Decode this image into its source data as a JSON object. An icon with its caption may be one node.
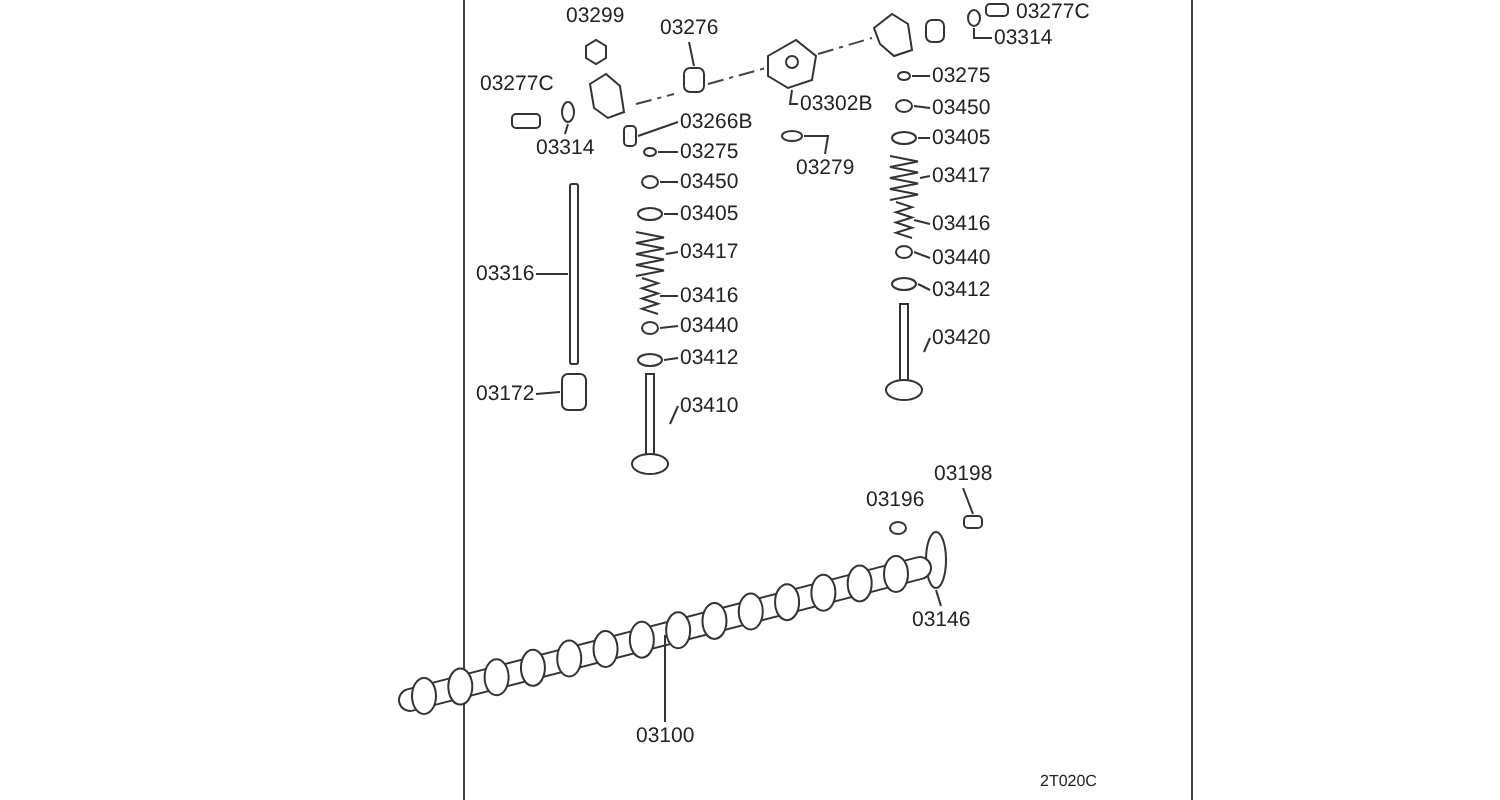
{
  "diagram": {
    "nodes": [
      {
        "text": [
          "03299"
        ]
      },
      {
        "text": [
          "03276"
        ]
      },
      {
        "text": [
          "03277C"
        ]
      },
      {
        "text": [
          "03314"
        ]
      },
      {
        "text": [
          "03266B"
        ]
      },
      {
        "text": [
          "03275"
        ]
      },
      {
        "text": [
          "03450"
        ]
      },
      {
        "text": [
          "03405"
        ]
      },
      {
        "text": [
          "03417"
        ]
      },
      {
        "text": [
          "03416"
        ]
      },
      {
        "text": [
          "03440"
        ]
      },
      {
        "text": [
          "03412"
        ]
      },
      {
        "text": [
          "03410"
        ]
      },
      {
        "text": [
          "03316"
        ]
      },
      {
        "text": [
          "03172"
        ]
      },
      {
        "text": [
          "03302B"
        ]
      },
      {
        "text": [
          "03279"
        ]
      },
      {
        "text": [
          "03275"
        ]
      },
      {
        "text": [
          "03450"
        ]
      },
      {
        "text": [
          "03405"
        ]
      },
      {
        "text": [
          "03417"
        ]
      },
      {
        "text": [
          "03416"
        ]
      },
      {
        "text": [
          "03440"
        ]
      },
      {
        "text": [
          "03412"
        ]
      },
      {
        "text": [
          "03420"
        ]
      },
      {
        "text": [
          "03314"
        ]
      },
      {
        "text": [
          "03277C"
        ]
      },
      {
        "text": [
          "03196"
        ]
      },
      {
        "text": [
          "03198"
        ]
      },
      {
        "text": [
          "03146"
        ]
      },
      {
        "text": [
          "03100"
        ]
      },
      {
        "text": [],
        "shape": "box"
      },
      {
        "text": [],
        "shape": "circle"
      },
      {
        "text": [],
        "shape": "box"
      },
      {
        "text": [],
        "shape": "circle"
      },
      {
        "text": [],
        "shape": "circle"
      },
      {
        "text": [],
        "shape": "circle"
      },
      {
        "text": [],
        "shape": "picture"
      },
      {
        "text": [],
        "shape": "picture"
      },
      {
        "text": [],
        "shape": "circle"
      },
      {
        "text": [],
        "shape": "circle"
      },
      {
        "text": [],
        "shape": "picture"
      },
      {
        "text": [],
        "shape": "box"
      },
      {
        "text": [],
        "shape": "box"
      },
      {
        "text": [],
        "shape": "picture"
      },
      {
        "text": [],
        "shape": "circle"
      },
      {
        "text": [],
        "shape": "circle"
      },
      {
        "text": [],
        "shape": "circle"
      },
      {
        "text": [],
        "shape": "circle"
      },
      {
        "text": [],
        "shape": "picture"
      },
      {
        "text": [],
        "shape": "picture"
      },
      {
        "text": [],
        "shape": "circle"
      },
      {
        "text": [],
        "shape": "circle"
      },
      {
        "text": [],
        "shape": "picture"
      },
      {
        "text": [],
        "shape": "circle"
      },
      {
        "text": [],
        "shape": "box"
      },
      {
        "text": [],
        "shape": "circle"
      },
      {
        "text": [],
        "shape": "picture"
      }
    ],
    "edges": [
      {
        "from": 1,
        "to": 31,
        "arrow": "none"
      },
      {
        "from": 3,
        "to": 32,
        "arrow": "none"
      },
      {
        "from": 4,
        "to": 33,
        "arrow": "none"
      },
      {
        "from": 5,
        "to": 34,
        "arrow": "none"
      },
      {
        "from": 6,
        "to": 35,
        "arrow": "none"
      },
      {
        "from": 7,
        "to": 36,
        "arrow": "none"
      },
      {
        "from": 8,
        "to": 37,
        "arrow": "none"
      },
      {
        "from": 9,
        "to": 38,
        "arrow": "none"
      },
      {
        "from": 10,
        "to": 39,
        "arrow": "none"
      },
      {
        "from": 11,
        "to": 40,
        "arrow": "none"
      },
      {
        "from": 12,
        "to": 41,
        "arrow": "none"
      },
      {
        "from": 13,
        "to": 42,
        "arrow": "none"
      },
      {
        "from": 14,
        "to": 43,
        "arrow": "none"
      },
      {
        "from": 15,
        "to": 44,
        "arrow": "none"
      },
      {
        "from": 16,
        "to": 45,
        "arrow": "none"
      },
      {
        "from": 17,
        "to": 46,
        "arrow": "none"
      },
      {
        "from": 18,
        "to": 47,
        "arrow": "none"
      },
      {
        "from": 19,
        "to": 48,
        "arrow": "none"
      },
      {
        "from": 20,
        "to": 49,
        "arrow": "none"
      },
      {
        "from": 21,
        "to": 50,
        "arrow": "none"
      },
      {
        "from": 22,
        "to": 51,
        "arrow": "none"
      },
      {
        "from": 23,
        "to": 52,
        "arrow": "none"
      },
      {
        "from": 24,
        "to": 53,
        "arrow": "none"
      },
      {
        "from": 25,
        "to": 54,
        "arrow": "none"
      },
      {
        "from": 28,
        "to": 55,
        "arrow": "none"
      },
      {
        "from": 29,
        "to": 56,
        "arrow": "none"
      },
      {
        "from": 30,
        "to": 57,
        "arrow": "none"
      }
    ],
    "labels": [
      "2T020C"
    ]
  }
}
